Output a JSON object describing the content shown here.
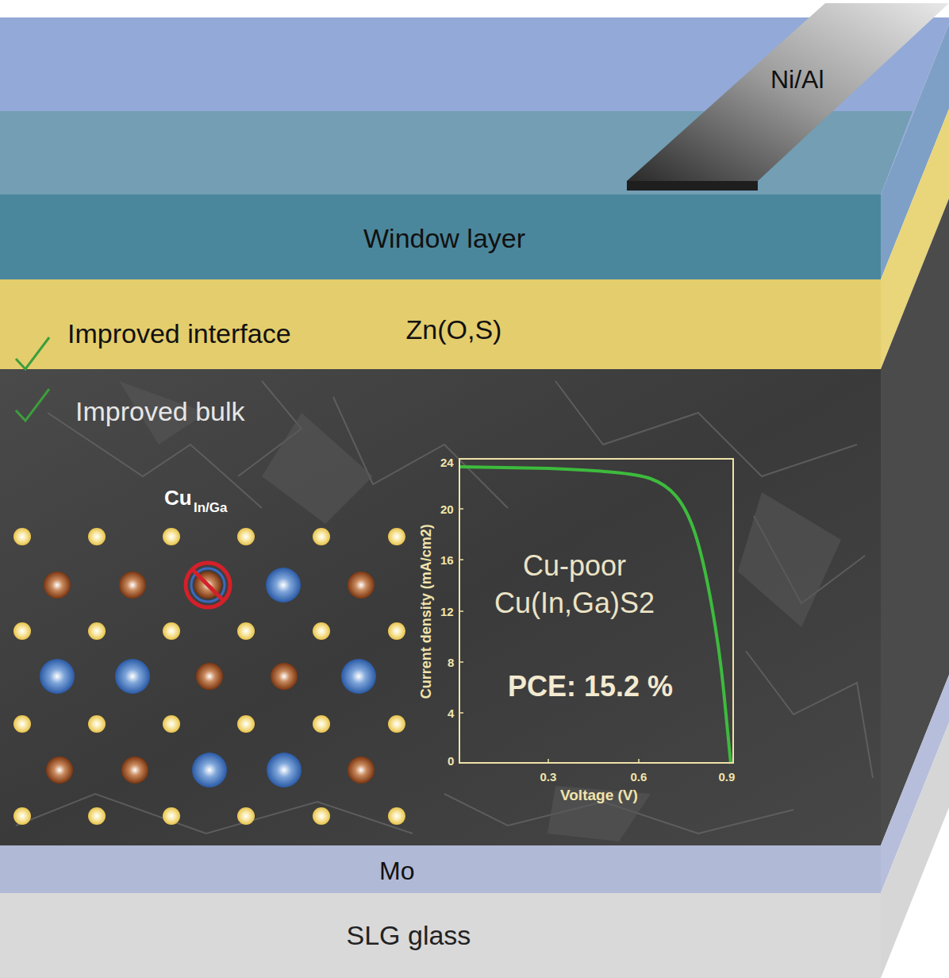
{
  "diagram": {
    "nodes": [
      {
        "text": [
          "Ni/Al"
        ]
      },
      {
        "text": [
          "Window layer"
        ]
      },
      {
        "text": [
          "Improved interface",
          "Zn(O,S)"
        ]
      },
      {
        "text": [
          "Improved bulk"
        ]
      },
      {
        "text": [
          "Cu-poor Cu(In,Ga)S2",
          "PCE: 15.2 %"
        ],
        "in": 3
      },
      {
        "text": [
          "Mo"
        ]
      },
      {
        "text": [
          "SLG glass"
        ]
      }
    ],
    "labels": [
      "Cu",
      "In/Ga",
      "24",
      "20",
      "16",
      "12",
      "8",
      "4",
      "0",
      "0.3",
      "0.6",
      "0.9",
      "Current density (mA/cm2)",
      "Voltage (V)"
    ]
  }
}
